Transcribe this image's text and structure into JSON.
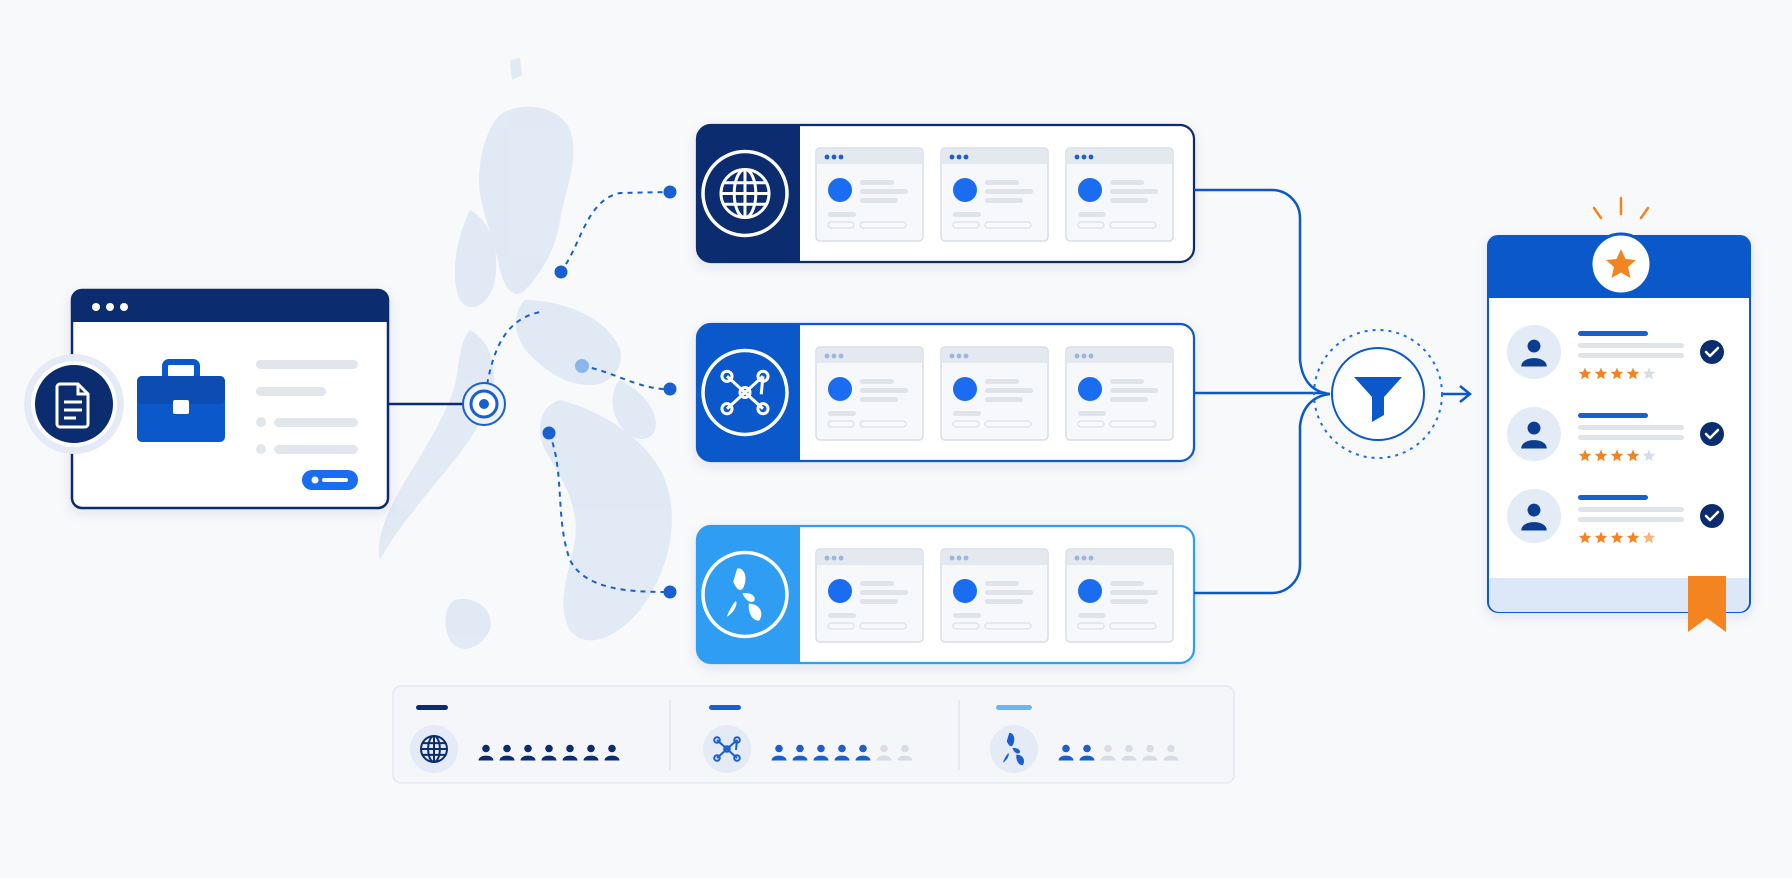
{
  "colors": {
    "navy": "#0b2c6e",
    "blue": "#0a58ca",
    "sky": "#2f9ef2",
    "dot_blue": "#1a6cf0",
    "map": "#dfe8f4",
    "orange": "#f4841f",
    "muted": "#d7dce5",
    "panel_bg": "#ffffff",
    "skeleton": "#e1e5ec"
  },
  "job_post": {
    "icon": "document-icon",
    "center_icon": "briefcase-icon"
  },
  "hub": {
    "icon": "target-icon"
  },
  "channels": [
    {
      "id": "global",
      "icon": "globe-icon",
      "color": "#0b2c6e",
      "border": "#0b2c6e",
      "cards": 3
    },
    {
      "id": "network",
      "icon": "network-icon",
      "color": "#0a58ca",
      "border": "#0a58ca",
      "cards": 3
    },
    {
      "id": "local",
      "icon": "philippines-map-icon",
      "color": "#2f9ef2",
      "border": "#2f9ef2",
      "cards": 3
    }
  ],
  "filter": {
    "icon": "funnel-icon"
  },
  "shortlist": {
    "badge_icon": "star-icon",
    "bookmark_icon": "bookmark-icon",
    "candidates": [
      {
        "rating": 4,
        "checked": true
      },
      {
        "rating": 4,
        "checked": true
      },
      {
        "rating": 4.5,
        "checked": true
      }
    ]
  },
  "summary": [
    {
      "icon": "globe-icon",
      "color": "#0b2c6e",
      "filled": 7,
      "total": 7
    },
    {
      "icon": "network-icon",
      "color": "#1a5fd0",
      "filled": 5,
      "total": 7
    },
    {
      "icon": "philippines-map-icon",
      "color": "#1a5fd0",
      "filled": 2,
      "total": 6
    }
  ]
}
